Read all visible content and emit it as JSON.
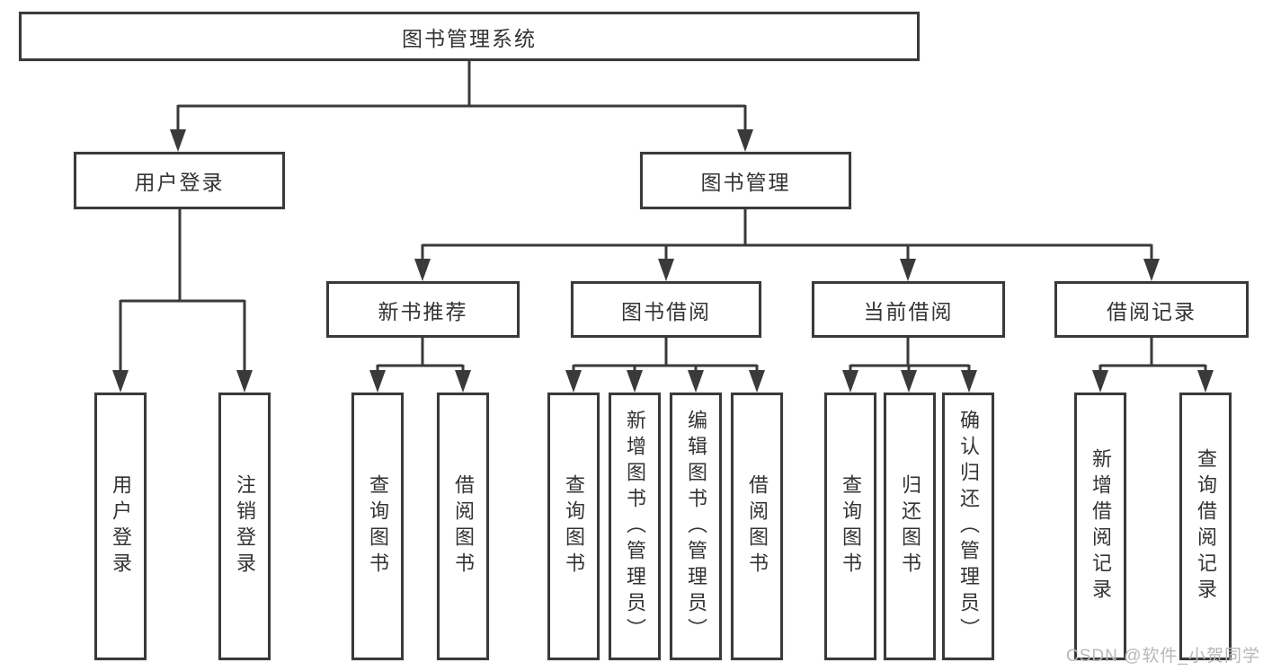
{
  "tree": {
    "root": "图书管理系统",
    "level2": [
      {
        "id": "user-login",
        "label": "用户登录"
      },
      {
        "id": "book-management",
        "label": "图书管理"
      }
    ],
    "level3": [
      {
        "id": "new-book-recommendation",
        "label": "新书推荐"
      },
      {
        "id": "book-borrowing",
        "label": "图书借阅"
      },
      {
        "id": "current-borrowing",
        "label": "当前借阅"
      },
      {
        "id": "borrowing-records",
        "label": "借阅记录"
      }
    ],
    "leaves": {
      "g1": [
        "用户登录",
        "注销登录"
      ],
      "g2": [
        "查询图书",
        "借阅图书"
      ],
      "g3": [
        "查询图书",
        "新增图书（管理员）",
        "编辑图书（管理员）",
        "借阅图书"
      ],
      "g4": [
        "查询图书",
        "归还图书",
        "确认归还（管理员）"
      ],
      "g5": [
        "新增借阅记录",
        "查询借阅记录"
      ]
    }
  },
  "watermark": {
    "text": "CSDN @软件_小贺同学"
  },
  "colors": {
    "line": "#3a3a3a",
    "box_border": "#3a3a3a",
    "text": "#333333",
    "background": "#ffffff",
    "watermark": "#b8b8b8"
  }
}
